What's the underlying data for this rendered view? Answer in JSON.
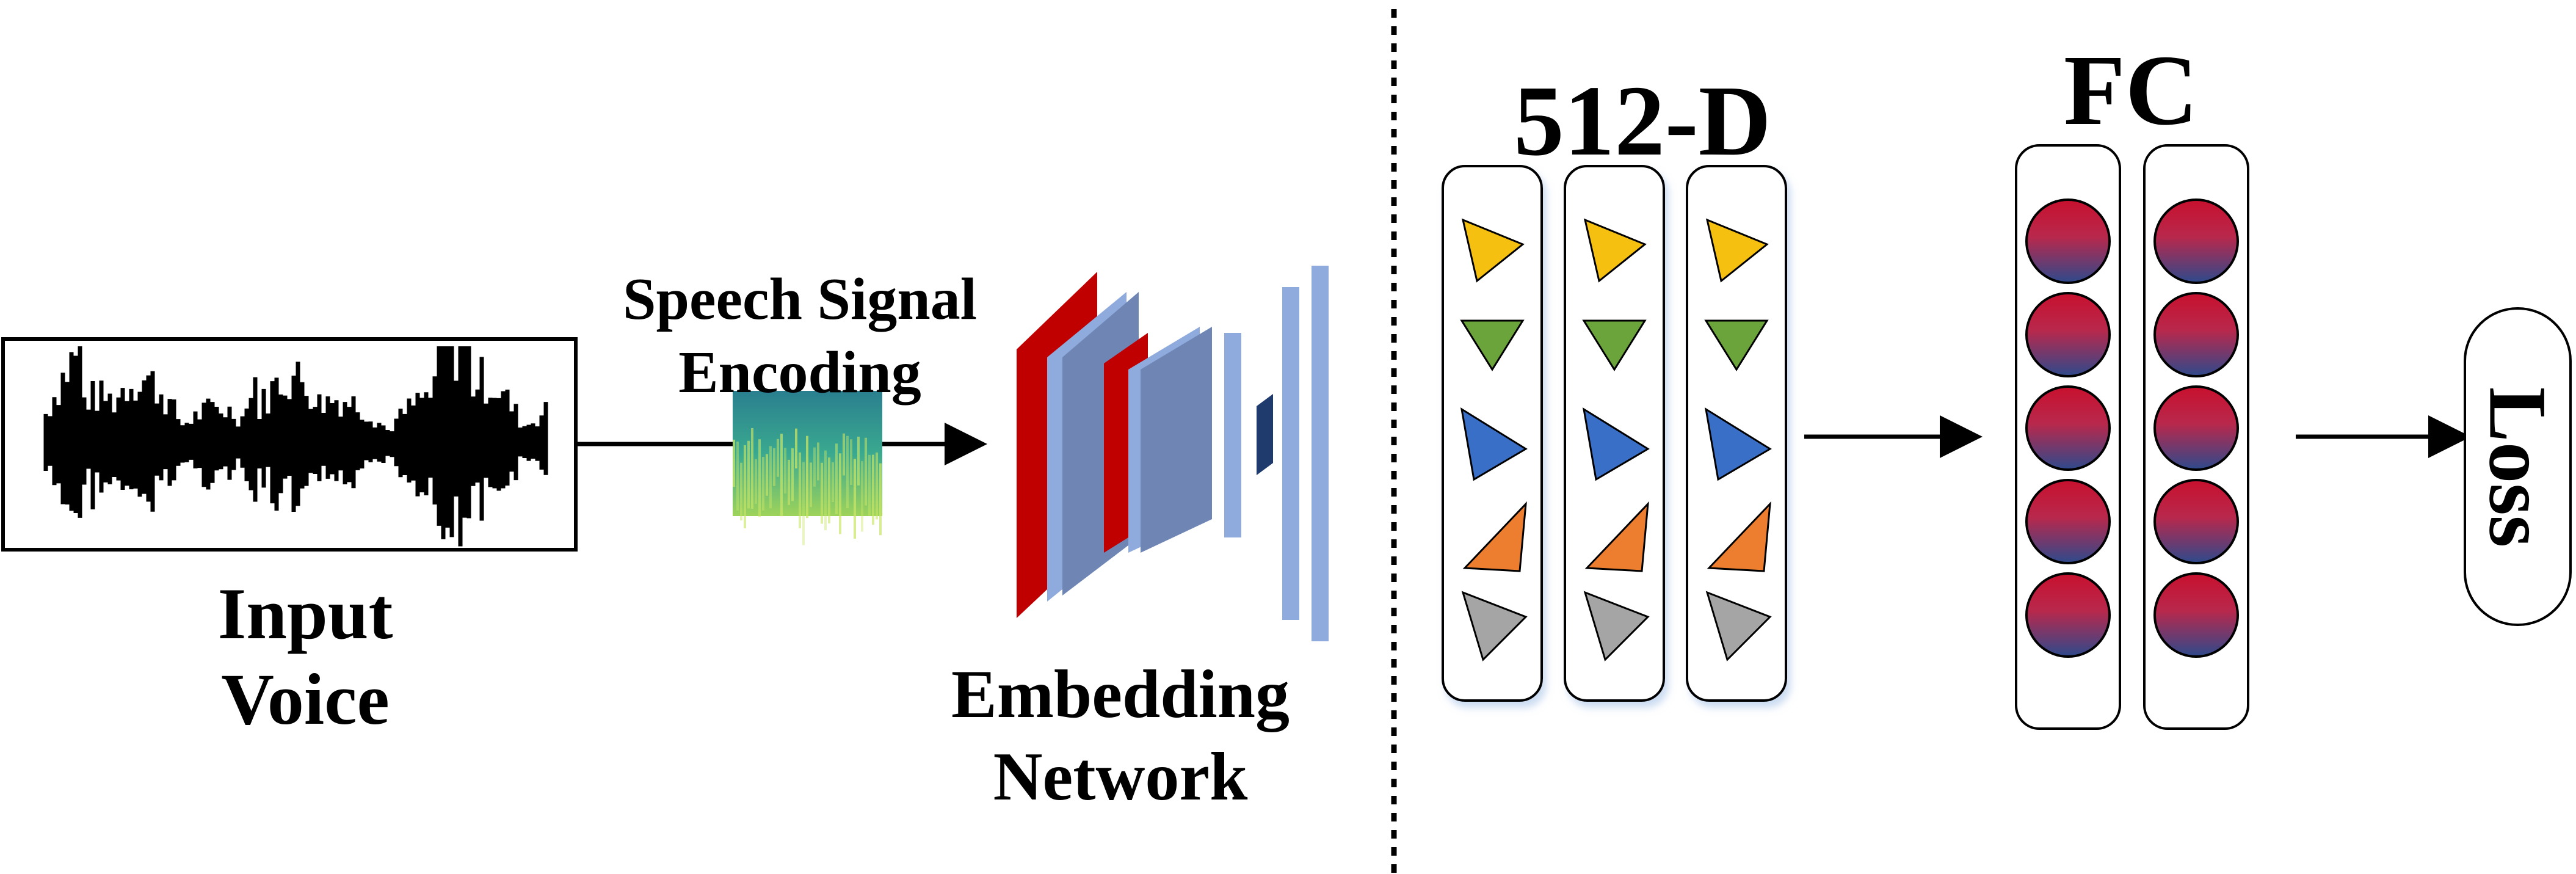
{
  "input": {
    "line1": "Input",
    "line2": "Voice"
  },
  "encoding": {
    "line1": "Speech Signal",
    "line2": "Encoding"
  },
  "embedding": {
    "line1": "Embedding",
    "line2": "Network"
  },
  "embedding_vector": {
    "title": "512-D",
    "columns": 3,
    "triangle_colors": [
      "#f6c010",
      "#6ca43c",
      "#3a6fc8",
      "#ee7e2f",
      "#a5a5a5"
    ]
  },
  "fc": {
    "title": "FC",
    "columns": 2,
    "nodes_per_column": 5,
    "node_gradient": [
      "#c8102e",
      "#2e4a8c"
    ]
  },
  "loss": {
    "label": "Loss"
  },
  "colors": {
    "cnn_red": "#c00000",
    "cnn_blue_light": "#8faadc",
    "cnn_blue_mid": "#6f86b5",
    "cnn_blue_dark": "#1f3a6d",
    "divider": "#000000",
    "spectrogram": "#3aa98f"
  }
}
